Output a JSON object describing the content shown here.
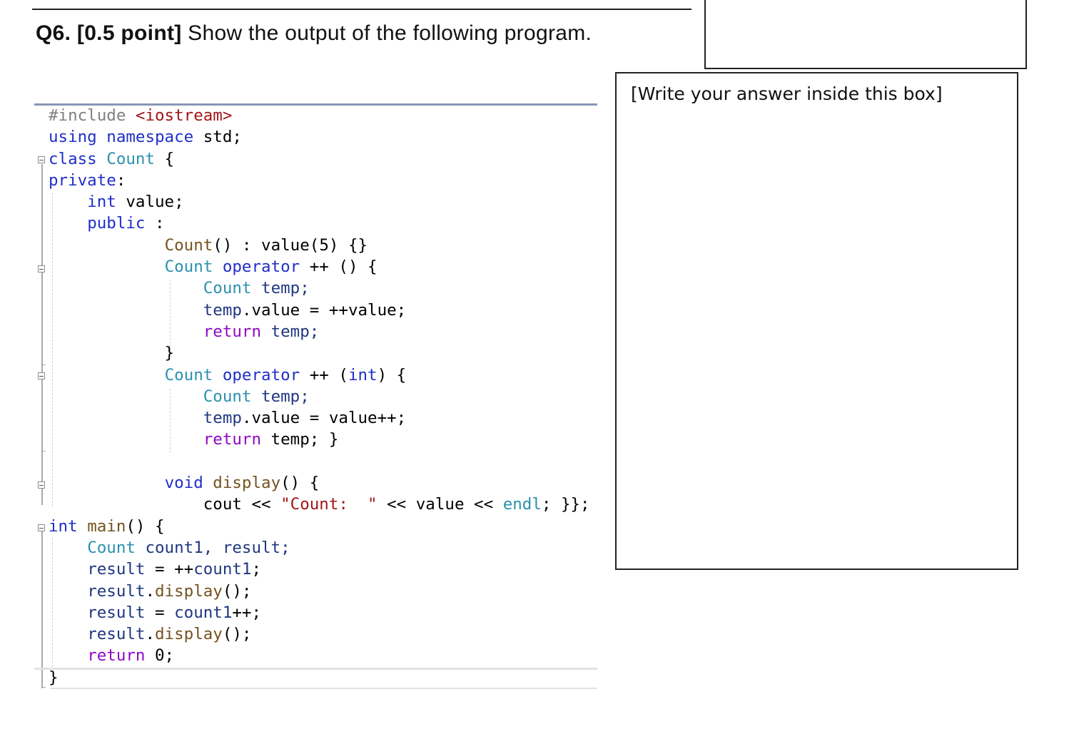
{
  "question": {
    "number": "Q6.",
    "points": "[0.5 point]",
    "prompt": "Show the output of the following program."
  },
  "answer_box": {
    "label": "[Write your answer inside this box]"
  },
  "code": {
    "lines": [
      [
        {
          "t": "#include ",
          "c": "pp"
        },
        {
          "t": "<iostream>",
          "c": "str"
        }
      ],
      [
        {
          "t": "using",
          "c": "kw"
        },
        {
          "t": " ",
          "c": ""
        },
        {
          "t": "namespace",
          "c": "kw"
        },
        {
          "t": " std;",
          "c": ""
        }
      ],
      [
        {
          "t": "class",
          "c": "kw"
        },
        {
          "t": " ",
          "c": ""
        },
        {
          "t": "Count",
          "c": "ty"
        },
        {
          "t": " {",
          "c": ""
        }
      ],
      [
        {
          "t": "private",
          "c": "kw"
        },
        {
          "t": ":",
          "c": ""
        }
      ],
      [
        {
          "t": "    ",
          "c": ""
        },
        {
          "t": "int",
          "c": "kw"
        },
        {
          "t": " value;",
          "c": ""
        }
      ],
      [
        {
          "t": "    ",
          "c": ""
        },
        {
          "t": "public",
          "c": "kw"
        },
        {
          "t": " :",
          "c": ""
        }
      ],
      [
        {
          "t": "            ",
          "c": ""
        },
        {
          "t": "Count",
          "c": "fn"
        },
        {
          "t": "() : ",
          "c": ""
        },
        {
          "t": "value",
          "c": ""
        },
        {
          "t": "(",
          "c": ""
        },
        {
          "t": "5",
          "c": ""
        },
        {
          "t": ") {}",
          "c": ""
        }
      ],
      [
        {
          "t": "            ",
          "c": ""
        },
        {
          "t": "Count",
          "c": "ty"
        },
        {
          "t": " ",
          "c": ""
        },
        {
          "t": "operator",
          "c": "kw"
        },
        {
          "t": " ++ () {",
          "c": ""
        }
      ],
      [
        {
          "t": "                ",
          "c": ""
        },
        {
          "t": "Count",
          "c": "ty"
        },
        {
          "t": " temp;",
          "c": "vr"
        }
      ],
      [
        {
          "t": "                ",
          "c": ""
        },
        {
          "t": "temp",
          "c": "vr"
        },
        {
          "t": ".value = ++value;",
          "c": ""
        }
      ],
      [
        {
          "t": "                ",
          "c": ""
        },
        {
          "t": "return",
          "c": "ctl"
        },
        {
          "t": " temp;",
          "c": "vr"
        }
      ],
      [
        {
          "t": "            }",
          "c": ""
        }
      ],
      [
        {
          "t": "            ",
          "c": ""
        },
        {
          "t": "Count",
          "c": "ty"
        },
        {
          "t": " ",
          "c": ""
        },
        {
          "t": "operator",
          "c": "kw"
        },
        {
          "t": " ++ (",
          "c": ""
        },
        {
          "t": "int",
          "c": "kw"
        },
        {
          "t": ") {",
          "c": ""
        }
      ],
      [
        {
          "t": "                ",
          "c": ""
        },
        {
          "t": "Count",
          "c": "ty"
        },
        {
          "t": " temp;",
          "c": "vr"
        }
      ],
      [
        {
          "t": "                ",
          "c": ""
        },
        {
          "t": "temp",
          "c": "vr"
        },
        {
          "t": ".value = value++;",
          "c": ""
        }
      ],
      [
        {
          "t": "                ",
          "c": ""
        },
        {
          "t": "return",
          "c": "ctl"
        },
        {
          "t": " temp; }",
          "c": ""
        }
      ],
      [
        {
          "t": "",
          "c": ""
        }
      ],
      [
        {
          "t": "            ",
          "c": ""
        },
        {
          "t": "void",
          "c": "kw"
        },
        {
          "t": " ",
          "c": ""
        },
        {
          "t": "display",
          "c": "fn"
        },
        {
          "t": "() {",
          "c": ""
        }
      ],
      [
        {
          "t": "                cout << ",
          "c": ""
        },
        {
          "t": "\"Count:  \"",
          "c": "str"
        },
        {
          "t": " << value << ",
          "c": ""
        },
        {
          "t": "endl",
          "c": "ty"
        },
        {
          "t": "; }};",
          "c": ""
        }
      ],
      [
        {
          "t": "int",
          "c": "kw"
        },
        {
          "t": " ",
          "c": ""
        },
        {
          "t": "main",
          "c": "fn"
        },
        {
          "t": "() {",
          "c": ""
        }
      ],
      [
        {
          "t": "    ",
          "c": ""
        },
        {
          "t": "Count",
          "c": "ty"
        },
        {
          "t": " count1, result;",
          "c": "vr"
        }
      ],
      [
        {
          "t": "    ",
          "c": ""
        },
        {
          "t": "result",
          "c": "vr"
        },
        {
          "t": " = ++",
          "c": ""
        },
        {
          "t": "count1",
          "c": "vr"
        },
        {
          "t": ";",
          "c": ""
        }
      ],
      [
        {
          "t": "    ",
          "c": ""
        },
        {
          "t": "result",
          "c": "vr"
        },
        {
          "t": ".",
          "c": ""
        },
        {
          "t": "display",
          "c": "fn"
        },
        {
          "t": "();",
          "c": ""
        }
      ],
      [
        {
          "t": "    ",
          "c": ""
        },
        {
          "t": "result",
          "c": "vr"
        },
        {
          "t": " = ",
          "c": ""
        },
        {
          "t": "count1",
          "c": "vr"
        },
        {
          "t": "++;",
          "c": ""
        }
      ],
      [
        {
          "t": "    ",
          "c": ""
        },
        {
          "t": "result",
          "c": "vr"
        },
        {
          "t": ".",
          "c": ""
        },
        {
          "t": "display",
          "c": "fn"
        },
        {
          "t": "();",
          "c": ""
        }
      ],
      [
        {
          "t": "    ",
          "c": ""
        },
        {
          "t": "return",
          "c": "ctl"
        },
        {
          "t": " 0;",
          "c": ""
        }
      ],
      [
        {
          "t": "}",
          "c": ""
        }
      ]
    ]
  }
}
